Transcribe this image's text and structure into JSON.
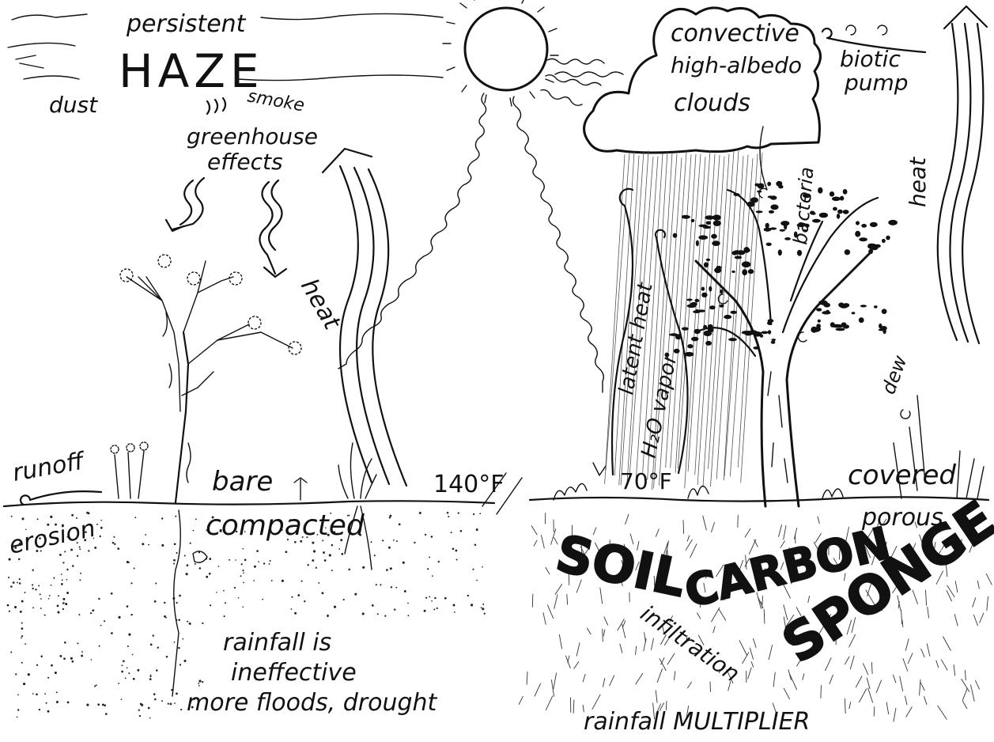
{
  "left": {
    "persistent": "persistent",
    "haze": "HAZE",
    "dust": "dust",
    "smoke": "smoke",
    "greenhouse_1": "greenhouse",
    "greenhouse_2": "effects",
    "heat": "heat",
    "runoff": "runoff",
    "erosion": "erosion",
    "bare": "bare",
    "compacted": "compacted",
    "temp": "140°F",
    "caption_1": "rainfall is",
    "caption_2": "ineffective",
    "caption_3": "more floods, drought"
  },
  "right": {
    "clouds_1": "convective",
    "clouds_2": "high-albedo",
    "clouds_3": "clouds",
    "biotic_1": "biotic",
    "biotic_2": "pump",
    "heat": "heat",
    "bacteria": "bacteria",
    "latent_heat": "latent heat",
    "vapor": "H₂O vapor",
    "dew": "dew",
    "temp": "70°F",
    "covered": "covered",
    "porous": "porous",
    "soil": "SOIL",
    "carbon": "CARBON",
    "sponge": "SPONGE",
    "infiltration": "infiltration",
    "caption": "rainfall  MULTIPLIER"
  }
}
